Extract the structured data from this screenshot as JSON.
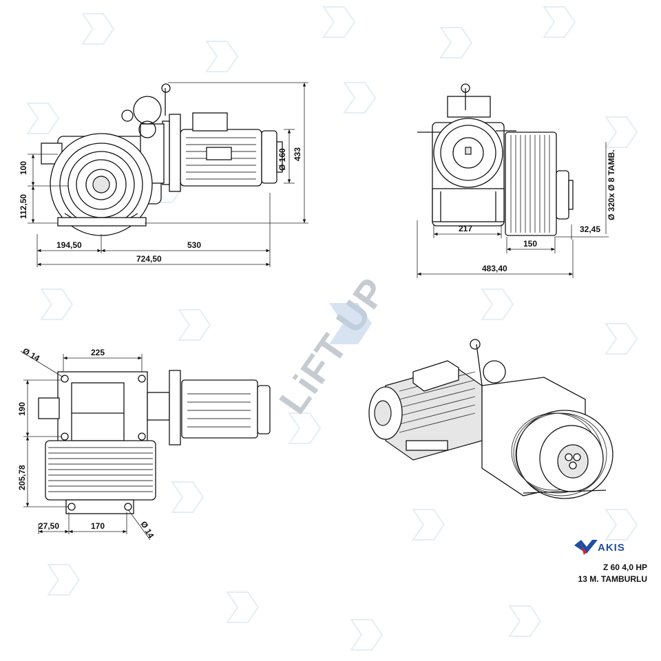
{
  "brand": {
    "watermark_text": "LiFT UP",
    "logo_text": "AKIS",
    "logo_color": "#1f4ea3",
    "logo_accent": "#d7262c",
    "watermark_color": "#c8d6e4"
  },
  "title": {
    "line1": "Z 60 4,0 HP",
    "line2": "13 M. TAMBURLU"
  },
  "views": {
    "side": {
      "d100": "100",
      "d112": "112,50",
      "d194": "194,50",
      "d530": "530",
      "d724": "724,50",
      "d433": "433",
      "d160": "Ø 160"
    },
    "front": {
      "d217": "217",
      "d150": "150",
      "d32": "32,45",
      "d483": "483,40",
      "drum": "Ø 320x Ø 8 TAMB."
    },
    "top": {
      "d14a": "Ø 14",
      "d225": "225",
      "d190": "190",
      "d205": "205,78",
      "d27": "27,50",
      "d170": "170",
      "d14b": "Ø 14"
    }
  }
}
